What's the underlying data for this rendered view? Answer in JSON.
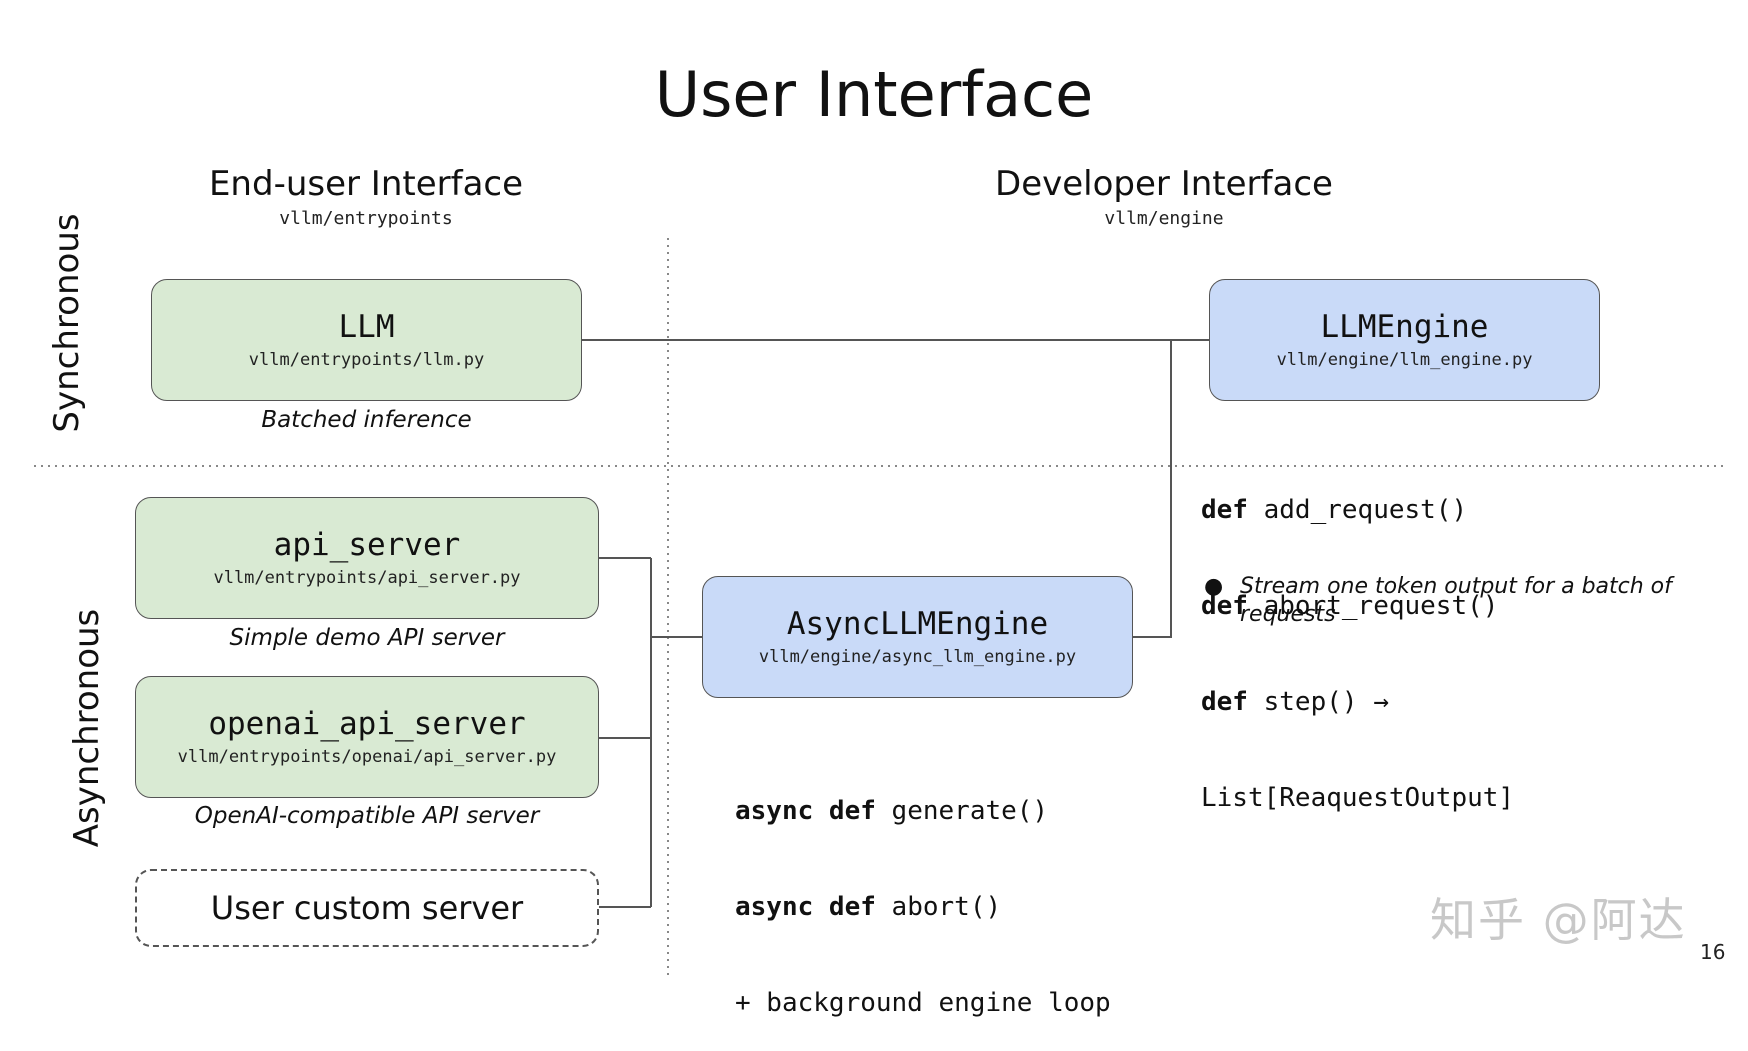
{
  "title": "User Interface",
  "columns": {
    "end_user": {
      "heading": "End-user Interface",
      "path": "vllm/entrypoints"
    },
    "developer": {
      "heading": "Developer Interface",
      "path": "vllm/engine"
    }
  },
  "rows": {
    "sync": "Synchronous",
    "async": "Asynchronous"
  },
  "boxes": {
    "llm": {
      "name": "LLM",
      "path": "vllm/entrypoints/llm.py",
      "caption": "Batched inference"
    },
    "api_server": {
      "name": "api_server",
      "path": "vllm/entrypoints/api_server.py",
      "caption": "Simple demo API server"
    },
    "openai_api_server": {
      "name": "openai_api_server",
      "path": "vllm/entrypoints/openai/api_server.py",
      "caption": "OpenAI-compatible API server"
    },
    "custom_server": {
      "name": "User custom server"
    },
    "llm_engine": {
      "name": "LLMEngine",
      "path": "vllm/engine/llm_engine.py"
    },
    "async_llm_engine": {
      "name": "AsyncLLMEngine",
      "path": "vllm/engine/async_llm_engine.py"
    }
  },
  "llm_engine_api": {
    "lines": [
      {
        "kw": "def",
        "rest": "add_request()"
      },
      {
        "kw": "def",
        "rest": "abort_request()"
      },
      {
        "kw": "def",
        "rest": "step() →"
      },
      {
        "kw": "",
        "rest": "List[ReaquestOutput]"
      }
    ],
    "bullet": "Stream one token output for a batch of requests"
  },
  "async_engine_api": {
    "lines": [
      {
        "kw": "async def",
        "rest": "generate()"
      },
      {
        "kw": "async def",
        "rest": "abort()"
      },
      {
        "kw": "",
        "rest": "+ background engine loop"
      }
    ]
  },
  "watermark": "知乎 @阿达",
  "page_number": "16",
  "colors": {
    "entrypoint_fill": "#d9ead3",
    "engine_fill": "#c9daf8",
    "border": "#555555",
    "divider": "#888888"
  }
}
